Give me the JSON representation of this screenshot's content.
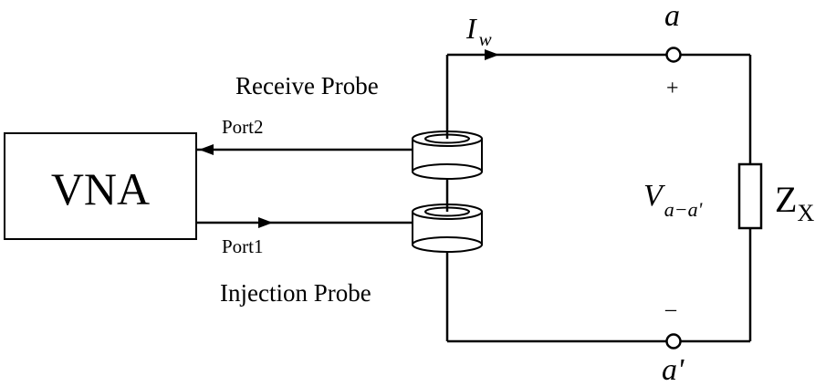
{
  "labels": {
    "vna": "VNA",
    "port2": "Port2",
    "port1": "Port1",
    "receive_probe": "Receive Probe",
    "injection_probe": "Injection Probe",
    "current_main": "I",
    "current_sub": "w",
    "node_a": "a",
    "node_a_prime": "a'",
    "plus": "+",
    "minus": "–",
    "voltage_main": "V",
    "voltage_sub": "a−a'",
    "impedance_main": "Z",
    "impedance_sub": "X"
  },
  "colors": {
    "line": "#000000",
    "background": "#ffffff"
  }
}
